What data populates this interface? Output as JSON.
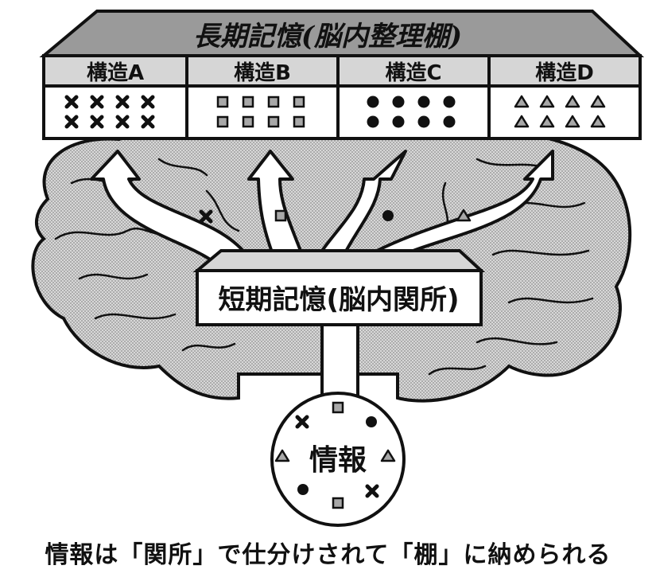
{
  "long_term_title": "長期記憶(脳内整理棚)",
  "short_term_label": "短期記憶(脳内関所)",
  "info_label": "情報",
  "caption": "情報は「関所」で仕分けされて「棚」に納められる",
  "shelves": [
    {
      "label": "構造A",
      "symbol": "cross"
    },
    {
      "label": "構造B",
      "symbol": "square"
    },
    {
      "label": "構造C",
      "symbol": "circle"
    },
    {
      "label": "構造D",
      "symbol": "triangle"
    }
  ],
  "colors": {
    "ink": "#111111",
    "brain": "#c8c8c8",
    "shelf_header": "#d6d6d6",
    "roof": "#9a9a9a",
    "symbol_gray": "#a8a8a8"
  }
}
